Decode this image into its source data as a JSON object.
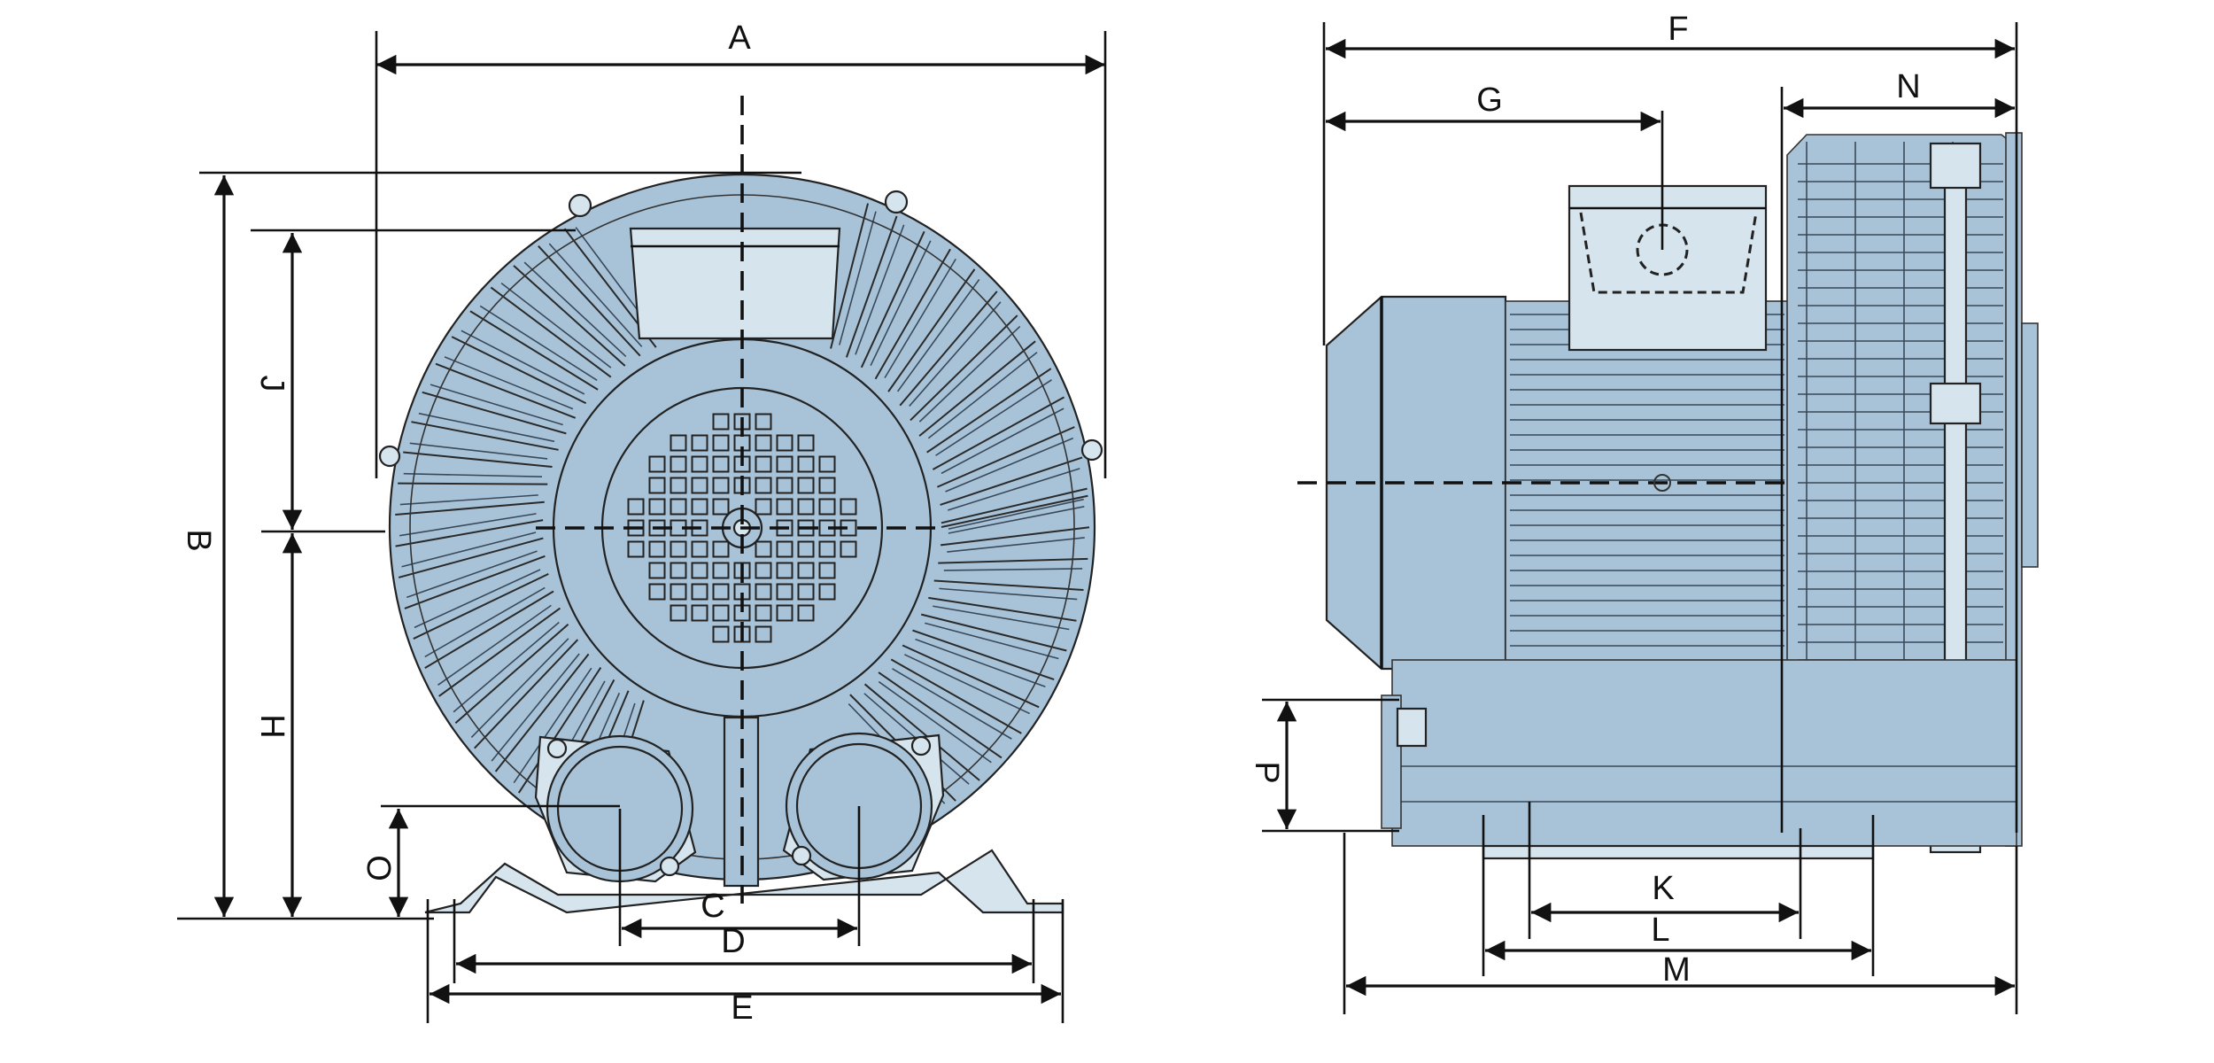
{
  "labels": {
    "A": "A",
    "B": "B",
    "C": "C",
    "D": "D",
    "E": "E",
    "F": "F",
    "G": "G",
    "H": "H",
    "J": "J",
    "K": "K",
    "L": "L",
    "M": "M",
    "N": "N",
    "O": "O",
    "P": "P"
  },
  "colors": {
    "body": "#a8c3d7",
    "light": "#d6e4ee",
    "line": "#111111"
  }
}
